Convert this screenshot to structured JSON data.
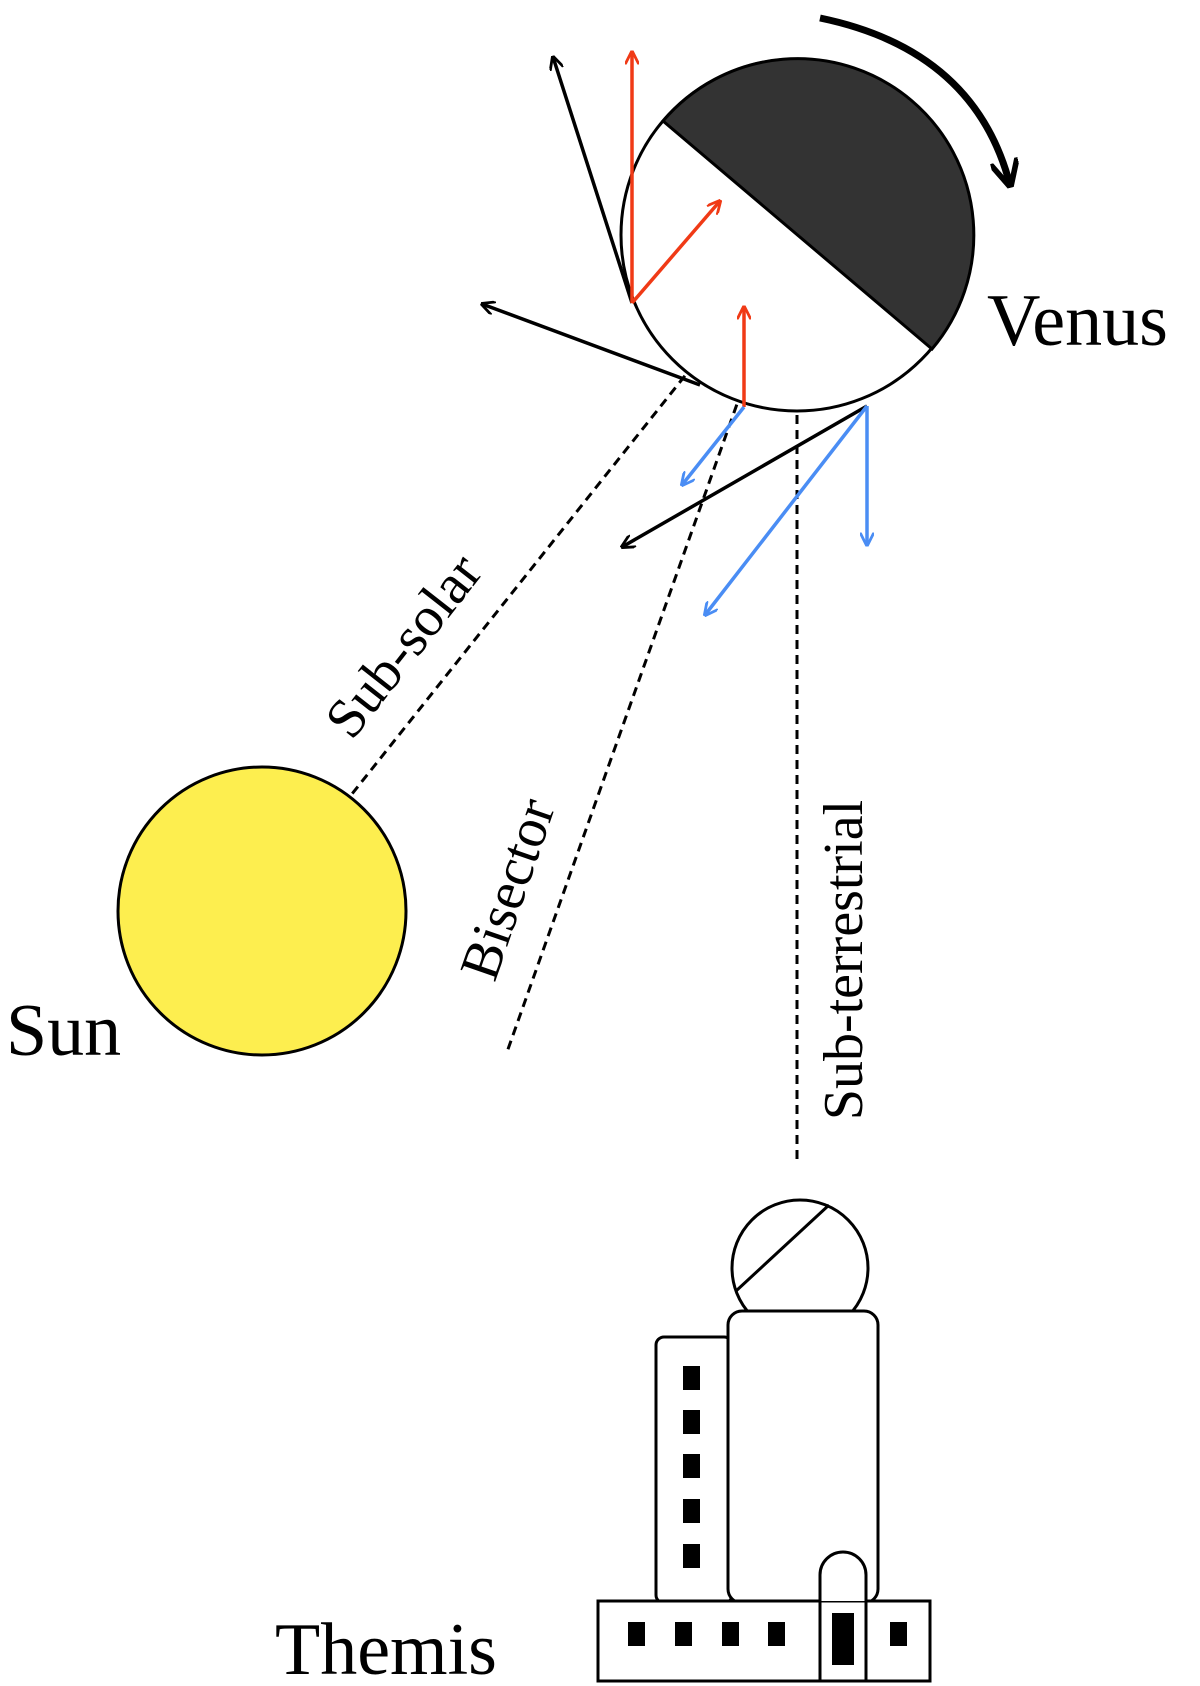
{
  "labels": {
    "venus": "Venus",
    "sun": "Sun",
    "themis": "Themis",
    "sub_solar": "Sub-solar",
    "bisector": "Bisector",
    "sub_terrestrial": "Sub-terrestrial"
  },
  "colors": {
    "sun_fill": "#fdee4f",
    "venus_night": "#333333",
    "red_arrow": "#f03a16",
    "blue_arrow": "#4a8df4",
    "black": "#000000"
  }
}
